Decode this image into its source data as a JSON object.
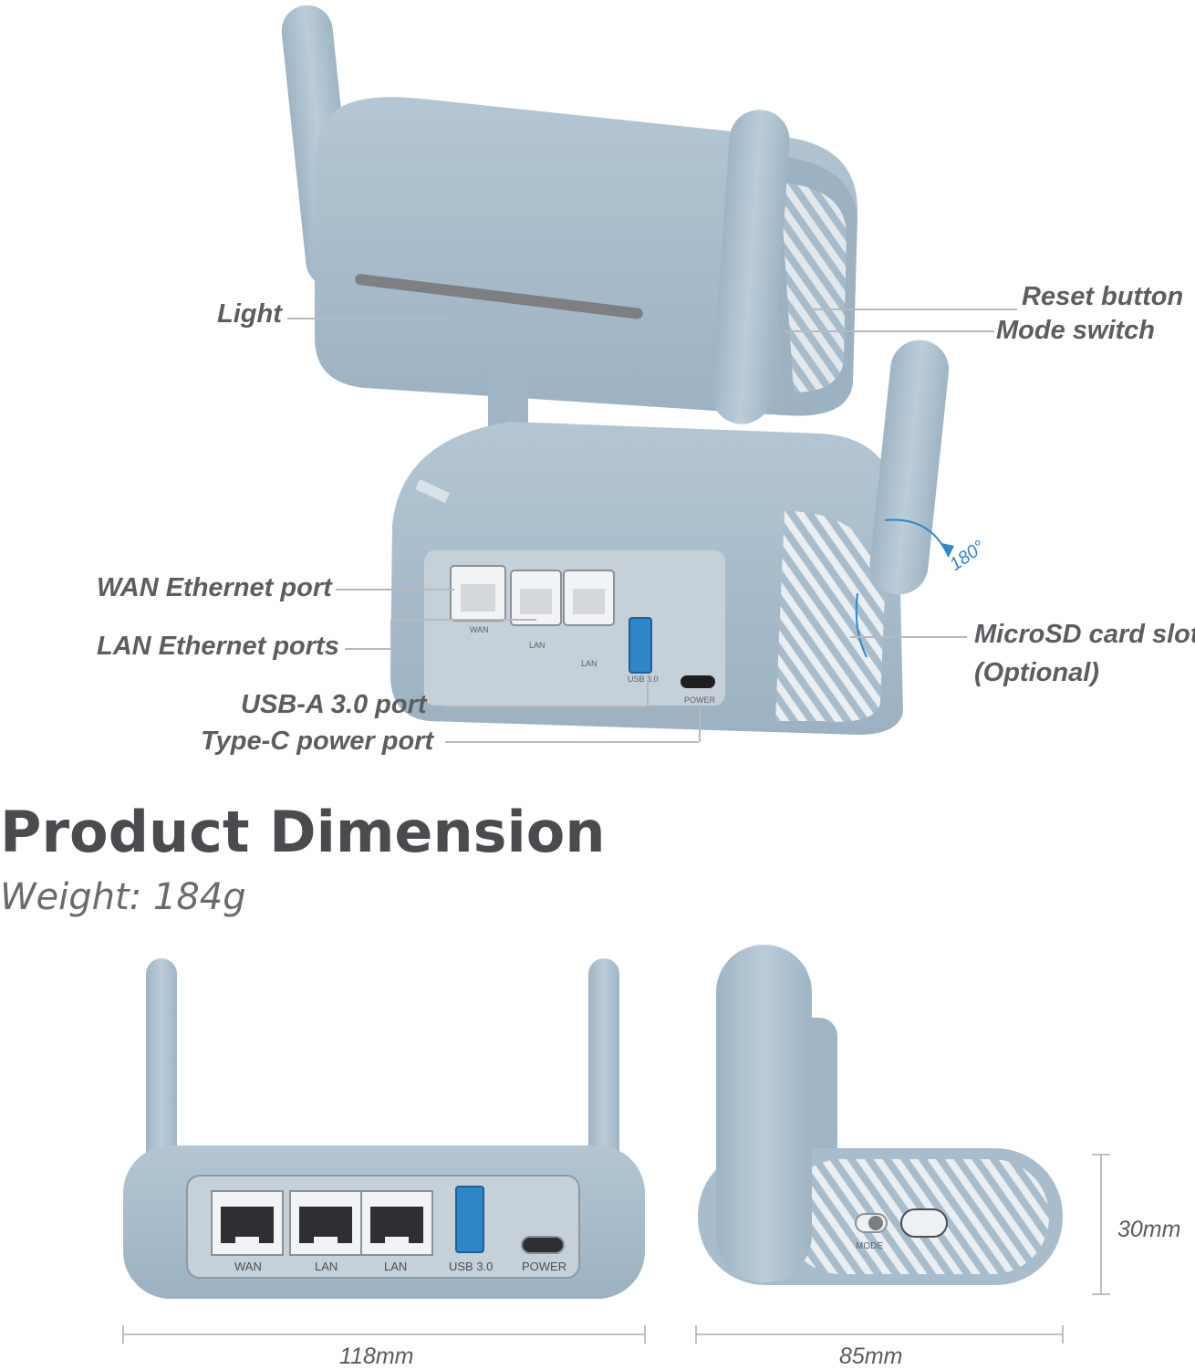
{
  "callouts": {
    "light": "Light",
    "reset": "Reset button",
    "mode": "Mode switch",
    "wan": "WAN Ethernet port",
    "lan": "LAN Ethernet ports",
    "usb": "USB-A 3.0 port",
    "typec": "Type-C power port",
    "microsd_1": "MicroSD card slot",
    "microsd_2": "(Optional)",
    "rotation": "180°"
  },
  "port_labels": {
    "wan": "WAN",
    "lan": "LAN",
    "usb": "USB 3.0",
    "power": "POWER",
    "mode": "MODE"
  },
  "heading": "Product Dimension",
  "weight": "Weight: 184g",
  "dimensions": {
    "width": "118mm",
    "depth": "85mm",
    "height": "30mm"
  },
  "colors": {
    "body": "#a8bccb",
    "body_dark": "#93a8b8",
    "port_panel": "#c5d0d9",
    "text": "#5c5d60",
    "leader": "#b7b9bd",
    "accent_blue": "#2f86c9"
  }
}
